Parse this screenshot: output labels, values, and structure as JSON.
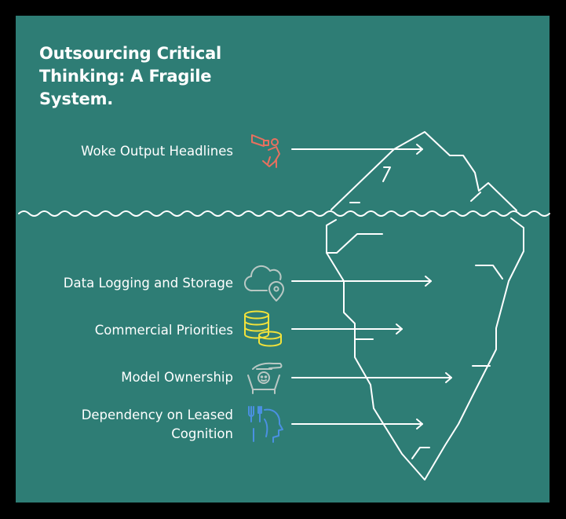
{
  "title_lines": [
    "Outsourcing Critical",
    "Thinking: A Fragile",
    "System."
  ],
  "above_water": [
    {
      "label": "Woke Output Headlines",
      "icon": "megaphone-person-icon",
      "icon_color": "#E8705F"
    }
  ],
  "below_water": [
    {
      "label": "Data Logging and Storage",
      "icon": "cloud-location-icon",
      "icon_color": "#B9C8C4"
    },
    {
      "label": "Commercial Priorities",
      "icon": "coin-stack-icon",
      "icon_color": "#F2E23A"
    },
    {
      "label": "Model Ownership",
      "icon": "hand-over-person-icon",
      "icon_color": "#B9C8C4"
    },
    {
      "label_lines": [
        "Dependency on Leased",
        "Cognition"
      ],
      "icon": "head-utensils-icon",
      "icon_color": "#4A90E2"
    }
  ],
  "colors": {
    "background": "#2E7D75",
    "outline": "#FFFFFF"
  }
}
